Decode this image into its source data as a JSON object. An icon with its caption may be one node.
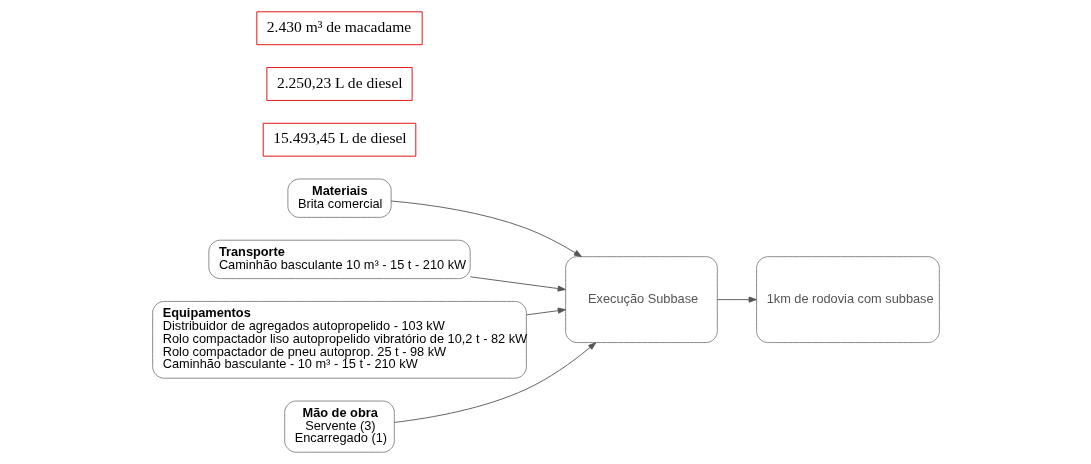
{
  "diagram": {
    "nodes": [
      {
        "text": [
          "Materiais",
          "Brita comercial"
        ]
      },
      {
        "text": [
          "Transporte",
          "Caminhão basculante 10 m³ - 15 t - 210 kW"
        ]
      },
      {
        "text": [
          "Equipamentos",
          "Distribuidor de agregados autopropelido - 103 kW",
          "Rolo compactador liso autopropelido vibratório de 10,2 t - 82 kW",
          "Rolo compactador de pneu autoprop. 25 t - 98 kW",
          "Caminhão basculante - 10 m³ - 15 t - 210 kW"
        ]
      },
      {
        "text": [
          "Execução Subbase"
        ]
      },
      {
        "text": [
          "1km de rodovia com subbase"
        ]
      },
      {
        "text": [
          "Mão de obra",
          "Servente (3)",
          "Encarregado (1)"
        ]
      },
      {
        "text": [
          "15.493,45 L de diesel"
        ]
      },
      {
        "text": [
          "2.250,23 L de diesel"
        ]
      },
      {
        "text": [
          "2.430 m³ de macadame"
        ]
      }
    ],
    "edges": [
      {
        "from": 1,
        "to": 3,
        "arrow": "to"
      },
      {
        "from": 0,
        "to": 3,
        "arrow": "to"
      },
      {
        "from": 2,
        "to": 3,
        "arrow": "to"
      },
      {
        "from": 5,
        "to": 3,
        "arrow": "to"
      },
      {
        "from": 3,
        "to": 4,
        "arrow": "to"
      }
    ]
  }
}
